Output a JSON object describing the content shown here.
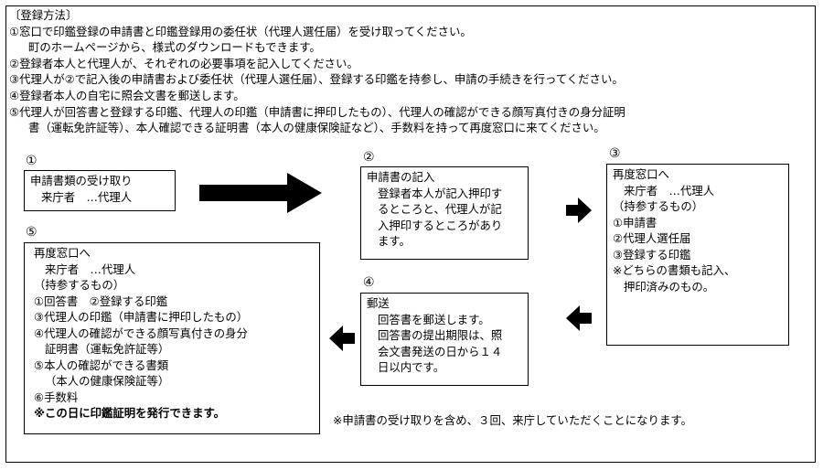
{
  "intro": {
    "heading": "〔登録方法〕",
    "lines": [
      "①窓口で印鑑登録の申請書と印鑑登録用の委任状（代理人選任届）を受け取ってください。",
      "町のホームページから、様式のダウンロードもできます。",
      "②登録者本人と代理人が、それぞれの必要事項を記入してください。",
      "③代理人が②で記入後の申請書および委任状（代理人選任届）、登録する印鑑を持参し、申請の手続きを行ってください。",
      "④登録者本人の自宅に照会文書を郵送します。",
      "⑤代理人が回答書と登録する印鑑、代理人の印鑑（申請書に押印したもの）、代理人の確認ができる顔写真付きの身分証明",
      "書（運転免許証等）、本人確認できる証明書（本人の健康保険証など）、手数料を持って再度窓口に来てください。"
    ]
  },
  "steps": {
    "s1": {
      "num": "①",
      "lines": [
        "申請書類の受け取り",
        "来庁者　…代理人"
      ]
    },
    "s2": {
      "num": "②",
      "lines": [
        "申請書の記入",
        "登録者本人が記入押印す",
        "るところと、代理人が記",
        "入押印するところがあり",
        "ます。"
      ]
    },
    "s3": {
      "num": "③",
      "lines": [
        "再度窓口へ",
        "来庁者　…代理人",
        "（持参するもの）",
        "①申請書",
        "②代理人選任届",
        "③登録する印鑑",
        "※どちらの書類も記入、",
        "押印済みのもの。"
      ]
    },
    "s4": {
      "num": "④",
      "lines": [
        "郵送",
        "回答書を郵送します。",
        "回答書の提出期限は、照",
        "会文書発送の日から１４",
        "日以内です。"
      ]
    },
    "s5": {
      "num": "⑤",
      "lines": [
        "再度窓口へ",
        "来庁者　…代理人",
        "（持参するもの）",
        "①回答書　②登録する印鑑",
        "③代理人の印鑑（申請書に押印したもの）",
        "④代理人の確認ができる顔写真付きの身分",
        "証明書（運転免許証等）",
        "⑤本人の確認ができる書類",
        "（本人の健康保険証等）",
        "⑥手数料",
        "※この日に印鑑証明を発行できます。"
      ]
    }
  },
  "footnote": "※申請書の受け取りを含め、３回、来庁していただくことになります。"
}
